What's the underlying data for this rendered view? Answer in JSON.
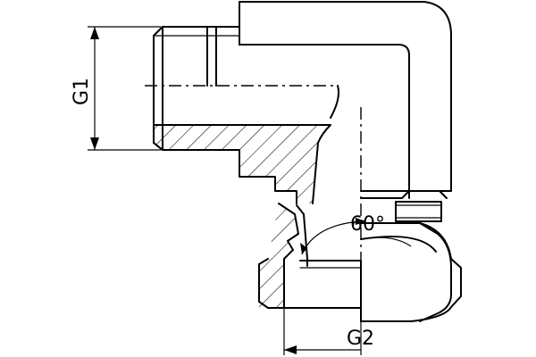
{
  "drawing": {
    "dimension_g1": "G1",
    "dimension_g2": "G2",
    "angle_label": "60°"
  }
}
